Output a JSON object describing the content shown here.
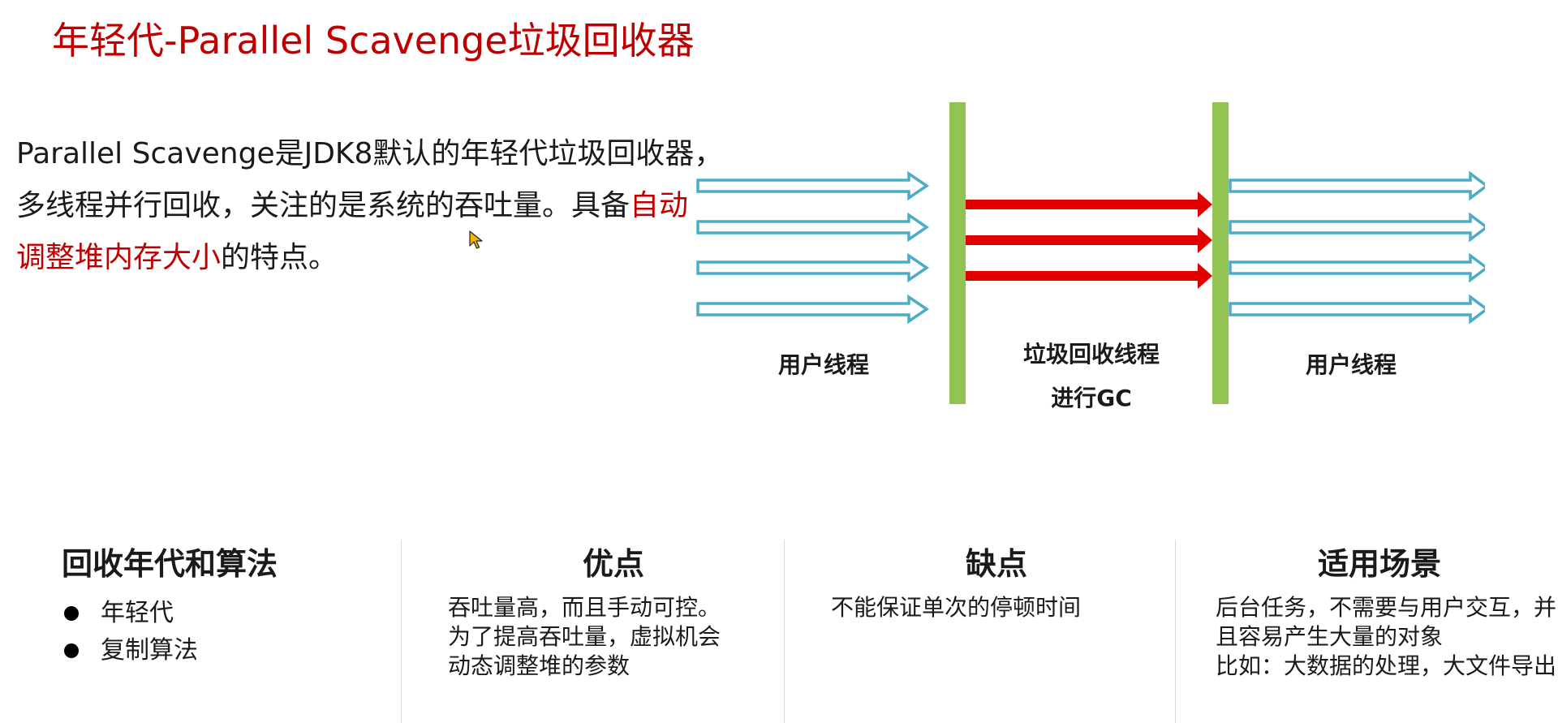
{
  "title": "年轻代-Parallel Scavenge垃圾回收器",
  "description": {
    "line1": "Parallel Scavenge是JDK8默认的年轻代垃圾回收器，",
    "line2_plain": "多线程并行回收，关注的是系统的吞吐量。具备",
    "line2_red": "自动",
    "line3_red": "调整堆内存大小",
    "line3_plain": "的特点。"
  },
  "diagram": {
    "left_label": "用户线程",
    "middle_label_line1": "垃圾回收线程",
    "middle_label_line2": "进行GC",
    "right_label": "用户线程",
    "colors": {
      "bar": "#92c353",
      "user_arrow": "#4bacc6",
      "gc_arrow": "#e00000"
    }
  },
  "sections": {
    "generation": {
      "heading": "回收年代和算法",
      "bullets": [
        "年轻代",
        "复制算法"
      ]
    },
    "pros": {
      "heading": "优点",
      "lines": [
        "吞吐量高，而且手动可控。",
        "为了提高吞吐量，虚拟机会",
        "动态调整堆的参数"
      ]
    },
    "cons": {
      "heading": "缺点",
      "lines": [
        "不能保证单次的停顿时间"
      ]
    },
    "scenarios": {
      "heading": "适用场景",
      "lines": [
        "后台任务，不需要与用户交互，并",
        "且容易产生大量的对象",
        "比如：大数据的处理，大文件导出"
      ]
    }
  },
  "cursor_icon": "pointer-cursor-icon"
}
